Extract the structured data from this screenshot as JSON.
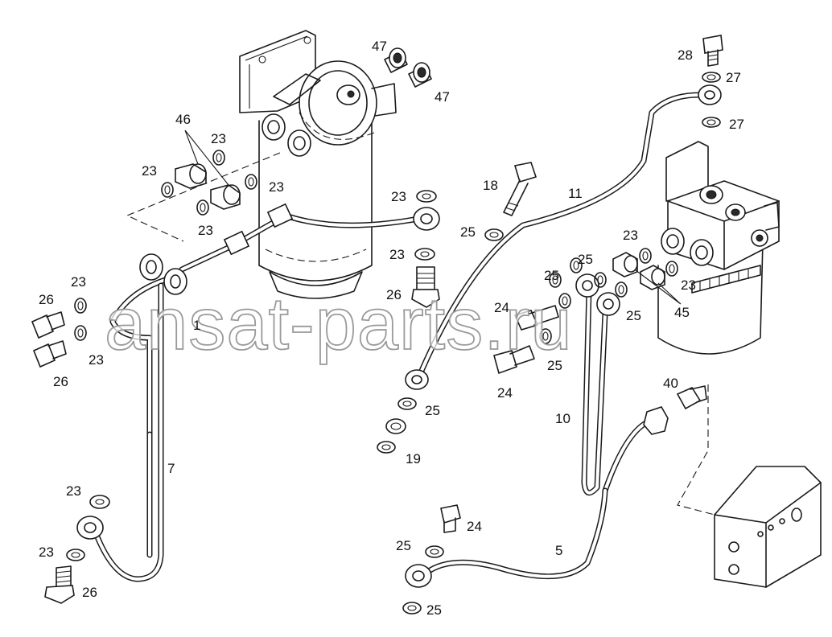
{
  "labels": {
    "l1": "1",
    "l5": "5",
    "l7": "7",
    "l10": "10",
    "l11": "11",
    "l18": "18",
    "l19": "19",
    "l23": "23",
    "l24": "24",
    "l25": "25",
    "l26": "26",
    "l27": "27",
    "l28": "28",
    "l40": "40",
    "l45": "45",
    "l46": "46",
    "l47": "47"
  },
  "watermark": "ansat-parts.ru"
}
